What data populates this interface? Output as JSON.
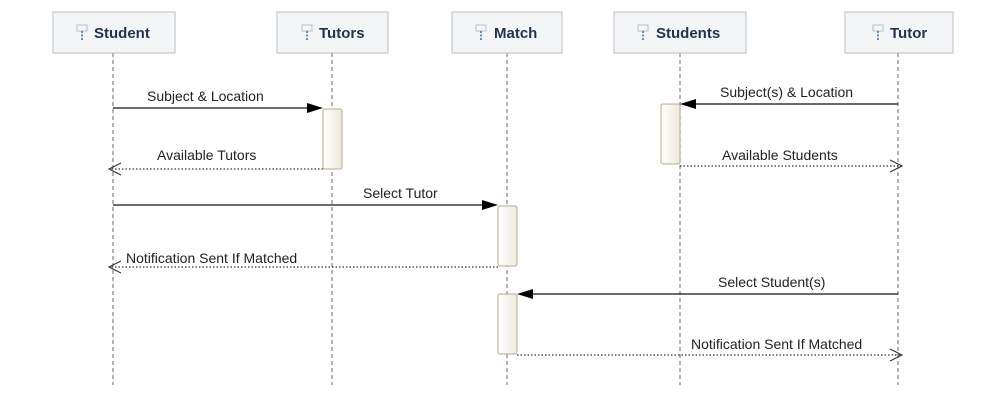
{
  "participants": [
    {
      "id": "student",
      "label": "Student",
      "icon": "lifeline-icon"
    },
    {
      "id": "tutors",
      "label": "Tutors",
      "icon": "lifeline-icon"
    },
    {
      "id": "match",
      "label": "Match",
      "icon": "lifeline-icon"
    },
    {
      "id": "students",
      "label": "Students",
      "icon": "lifeline-icon"
    },
    {
      "id": "tutor",
      "label": "Tutor",
      "icon": "lifeline-icon"
    }
  ],
  "messages": [
    {
      "from": "student",
      "to": "tutors",
      "label": "Subject & Location",
      "kind": "sync"
    },
    {
      "from": "tutors",
      "to": "student",
      "label": "Available Tutors",
      "kind": "return"
    },
    {
      "from": "student",
      "to": "match",
      "label": "Select Tutor",
      "kind": "sync"
    },
    {
      "from": "match",
      "to": "student",
      "label": "Notification Sent If Matched",
      "kind": "return"
    },
    {
      "from": "tutor",
      "to": "students",
      "label": "Subject(s) & Location",
      "kind": "sync"
    },
    {
      "from": "students",
      "to": "tutor",
      "label": "Available Students",
      "kind": "return"
    },
    {
      "from": "tutor",
      "to": "match",
      "label": "Select Student(s)",
      "kind": "sync"
    },
    {
      "from": "match",
      "to": "tutor",
      "label": "Notification Sent If Matched",
      "kind": "return"
    }
  ],
  "colors": {
    "participant_fill": "#f3f5f7",
    "participant_border": "#b9c0c8",
    "participant_text": "#1f3350",
    "icon": "#2f6fb0",
    "activation_fill": "#f7f3ea"
  }
}
